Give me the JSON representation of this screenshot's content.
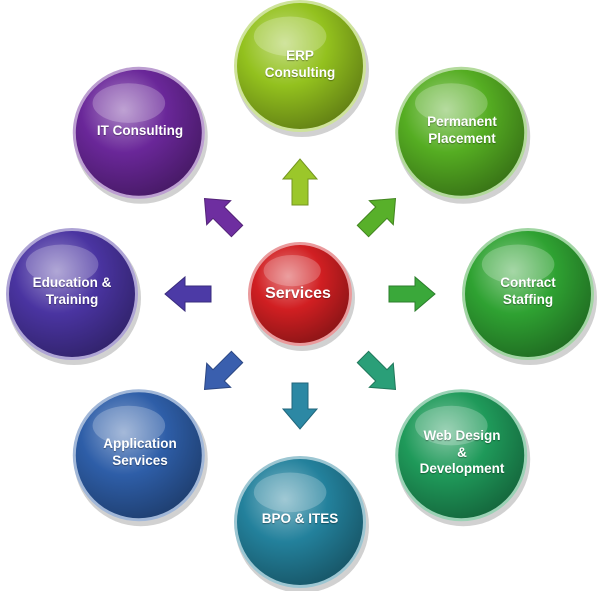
{
  "center": {
    "label": "Services",
    "color": "#d11f22"
  },
  "satellites": [
    {
      "id": "erp-consulting",
      "label": "ERP\nConsulting",
      "color": "#93c11e"
    },
    {
      "id": "permanent-placement",
      "label": "Permanent\nPlacement",
      "color": "#55ad22"
    },
    {
      "id": "contract-staffing",
      "label": "Contract\nStaffing",
      "color": "#2fa232"
    },
    {
      "id": "web-design-development",
      "label": "Web Design\n&\nDevelopment",
      "color": "#1f9a5a"
    },
    {
      "id": "bpo-ites",
      "label": "BPO & ITES",
      "color": "#23819c"
    },
    {
      "id": "application-services",
      "label": "Application\nServices",
      "color": "#2e5ea8"
    },
    {
      "id": "education-training",
      "label": "Education &\nTraining",
      "color": "#4a34a1"
    },
    {
      "id": "it-consulting",
      "label": "IT Consulting",
      "color": "#6a2799"
    }
  ],
  "arrows": [
    {
      "target": "erp-consulting",
      "color": "#9bc72a"
    },
    {
      "target": "permanent-placement",
      "color": "#58b02a"
    },
    {
      "target": "contract-staffing",
      "color": "#3aa83a"
    },
    {
      "target": "web-design-development",
      "color": "#2a9f78"
    },
    {
      "target": "bpo-ites",
      "color": "#2c88a4"
    },
    {
      "target": "application-services",
      "color": "#3a5fae"
    },
    {
      "target": "education-training",
      "color": "#4c3aa6"
    },
    {
      "target": "it-consulting",
      "color": "#6e2ea0"
    }
  ]
}
